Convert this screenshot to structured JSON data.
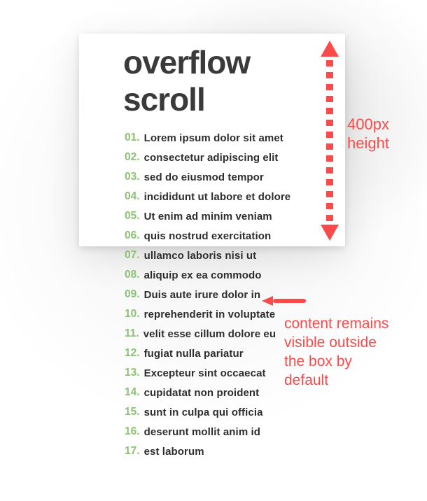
{
  "colors": {
    "accent_red": "#f94b4b",
    "number_green": "#8ac173",
    "title_color": "#3a3a3a",
    "item_text_color": "#2d2d2d",
    "box_background": "#ffffff"
  },
  "box": {
    "title_line1": "overflow",
    "title_line2": "scroll"
  },
  "list": {
    "items": [
      {
        "num": "01.",
        "text": "Lorem ipsum dolor sit amet"
      },
      {
        "num": "02.",
        "text": "consectetur adipiscing elit"
      },
      {
        "num": "03.",
        "text": "sed do eiusmod tempor"
      },
      {
        "num": "04.",
        "text": "incididunt ut labore et dolore"
      },
      {
        "num": "05.",
        "text": "Ut enim ad minim veniam"
      },
      {
        "num": "06.",
        "text": "quis nostrud exercitation"
      },
      {
        "num": "07.",
        "text": "ullamco laboris nisi ut"
      },
      {
        "num": "08.",
        "text": "aliquip ex ea commodo"
      },
      {
        "num": "09.",
        "text": "Duis aute irure dolor in"
      },
      {
        "num": "10.",
        "text": "reprehenderit in voluptate"
      },
      {
        "num": "11.",
        "text": "velit esse cillum dolore eu"
      },
      {
        "num": "12.",
        "text": "fugiat nulla pariatur"
      },
      {
        "num": "13.",
        "text": "Excepteur sint occaecat"
      },
      {
        "num": "14.",
        "text": "cupidatat non proident"
      },
      {
        "num": "15.",
        "text": "sunt in culpa qui officia"
      },
      {
        "num": "16.",
        "text": "deserunt mollit anim id"
      },
      {
        "num": "17.",
        "text": "est laborum"
      }
    ]
  },
  "annotations": {
    "height_label": "400px\nheight",
    "note": "content remains\nvisible outside\nthe box by\ndefault"
  }
}
